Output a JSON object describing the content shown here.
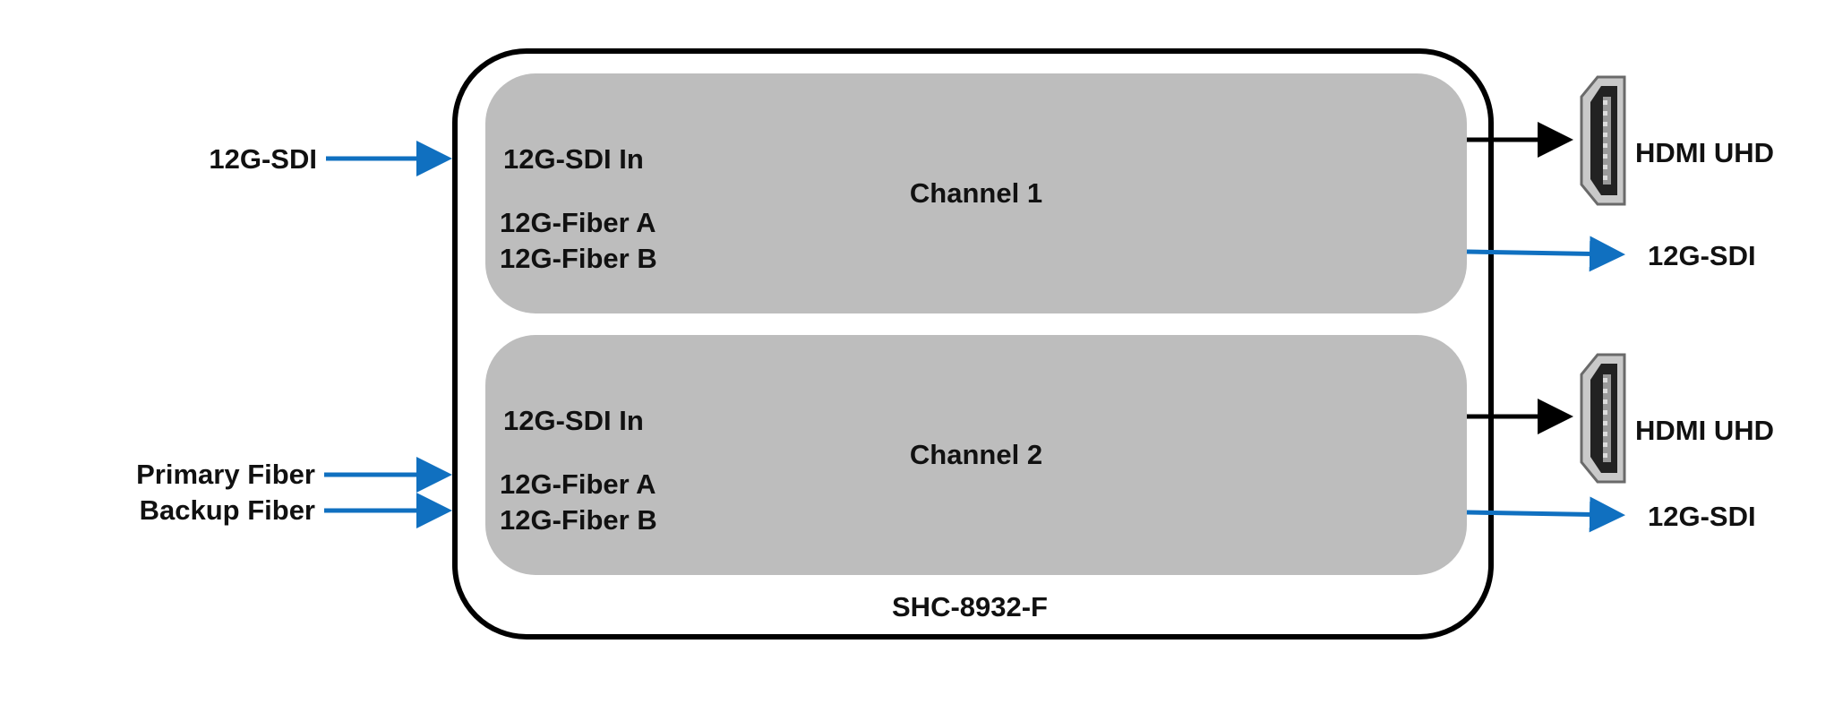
{
  "device": {
    "model": "SHC-8932-F"
  },
  "inputs": {
    "sdi": "12G-SDI",
    "primary_fiber": "Primary Fiber",
    "backup_fiber": "Backup Fiber"
  },
  "channels": [
    {
      "title": "Channel 1",
      "sdi_in": "12G-SDI In",
      "fiber_a": "12G-Fiber A",
      "fiber_b": "12G-Fiber B",
      "hdmi_out": "HDMI UHD",
      "sdi_out": "12G-SDI"
    },
    {
      "title": "Channel 2",
      "sdi_in": "12G-SDI In",
      "fiber_a": "12G-Fiber A",
      "fiber_b": "12G-Fiber B",
      "hdmi_out": "HDMI UHD",
      "sdi_out": "12G-SDI"
    }
  ],
  "colors": {
    "signal_arrow": "#1070c0",
    "hdmi_arrow": "#000000",
    "channel_fill": "#bdbdbd",
    "outline": "#000000"
  },
  "icons": {
    "hdmi": "hdmi-port-icon"
  }
}
